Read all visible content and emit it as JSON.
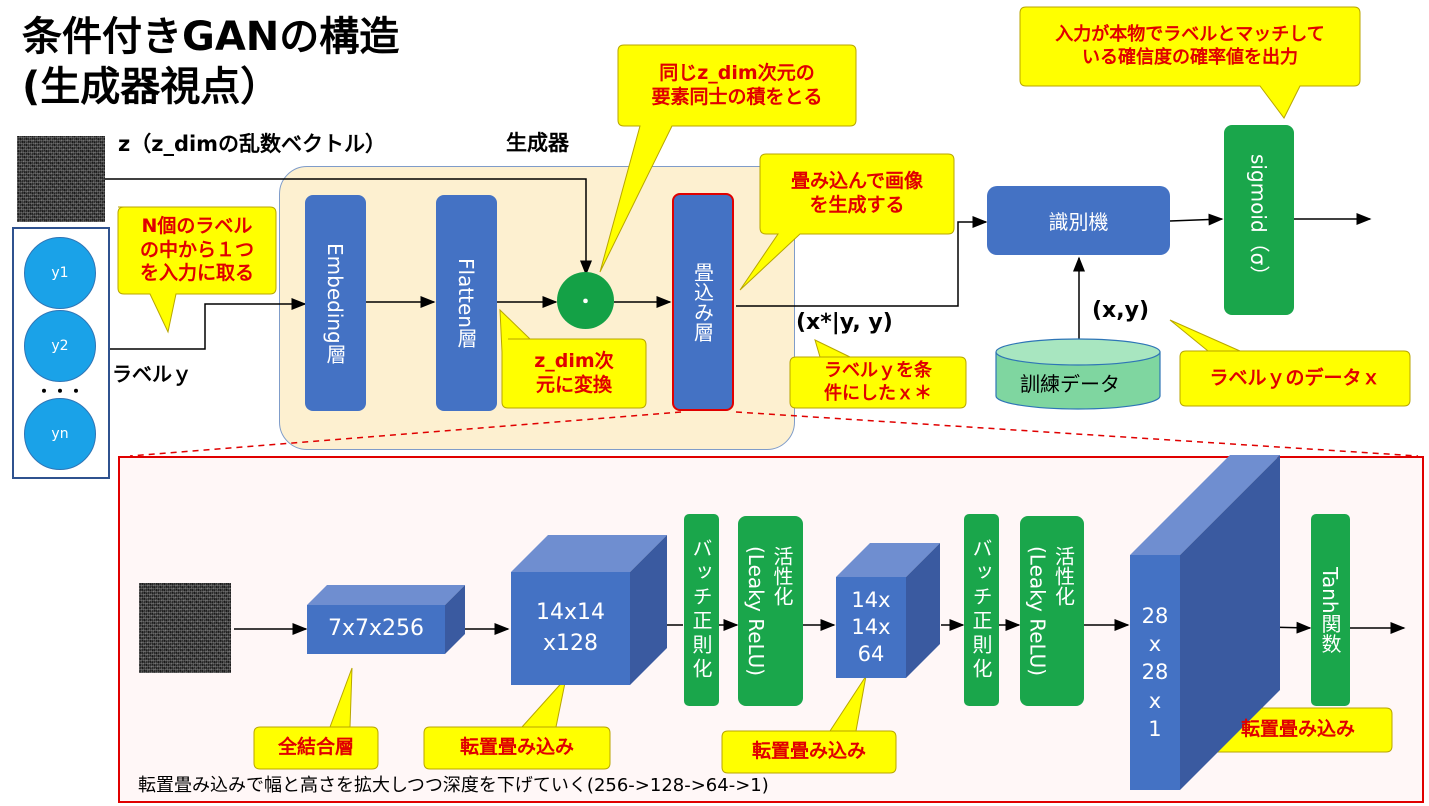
{
  "title": "条件付きGANの構造\n(生成器視点）",
  "z_label": "z（z_dimの乱数ベクトル）",
  "generator_label": "生成器",
  "label_y": "ラベルｙ",
  "labels": [
    "y1",
    "y2",
    "・・・",
    "yn"
  ],
  "blocks": {
    "embedding": "Embeding層",
    "flatten": "Flatten層",
    "product": "・",
    "conv": "畳込み層",
    "discriminator": "識別機",
    "sigmoid": "sigmoid（σ）",
    "train_data": "訓練データ"
  },
  "texts": {
    "x_star": "(x*|y, y)",
    "xy": "(x,y)"
  },
  "callouts": {
    "n_labels": "N個のラベル\nの中から１つ\nを入力に取る",
    "same_dim": "同じz_dim次元の\n要素同士の積をとる",
    "conv_gen": "畳み込んで画像\nを生成する",
    "z_dim_convert": "z_dim次\n元に変換",
    "cond_x": "ラベルｙを条\n件にしたｘ＊",
    "label_data": "ラベルｙのデータｘ",
    "output_prob": "入力が本物でラベルとマッチして\nいる確信度の確率値を出力"
  },
  "detail": {
    "cube1": "7x7x256",
    "cube2": "14x14\nx128",
    "cube3": "14x\n14x\n64",
    "cube4": "28\nx\n28\nx\n1",
    "bn": "バッチ正則化",
    "act": "活性化\n(Leaky ReLU)",
    "tanh": "Tanh関数",
    "callout_fc": "全結合層",
    "callout_tconv1": "転置畳み込み",
    "callout_tconv2": "転置畳み込み",
    "callout_tconv3": "転置畳み込み",
    "caption": "転置畳み込みで幅と高さを拡大しつつ深度を下げていく(256->128->64->1)"
  },
  "colors": {
    "blue": "#4472c4",
    "green": "#1aa64b",
    "callout_bg": "#ffff00",
    "callout_text": "#e00000",
    "generator_bg": "#fdf0d0",
    "detail_bg": "#fff7f7",
    "detail_border": "#e00000",
    "label_circle": "#1aa2e8"
  }
}
